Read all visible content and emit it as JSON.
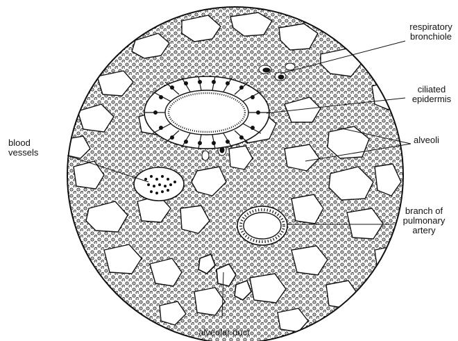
{
  "labels": {
    "respiratory_bronchiole": "respiratory\nbronchiole",
    "ciliated_epidermis": "ciliated\nepidermis",
    "alveoli": "alveoli",
    "blood_vessels": "blood\nvessels",
    "branch_of_pulmonary_artery": "branch of\npulmonary\nartery",
    "alveolar_duct": "alveolar duct"
  },
  "colors": {
    "ink": "#111111",
    "background": "#ffffff"
  }
}
